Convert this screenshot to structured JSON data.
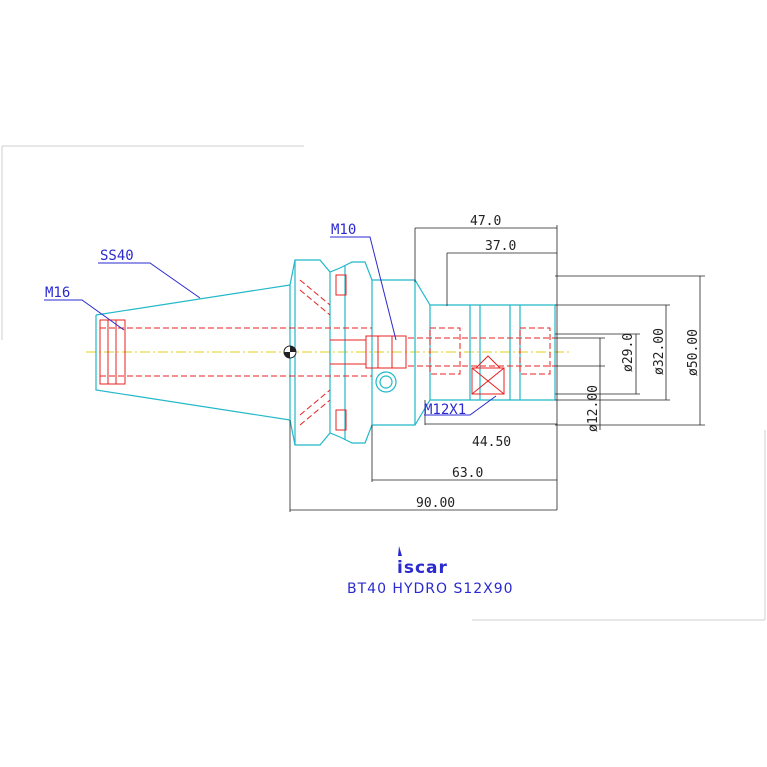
{
  "drawing": {
    "callouts": {
      "ss40": "SS40",
      "m16": "M16",
      "m10": "M10",
      "m12x1": "M12X1"
    },
    "dimensions": {
      "len_47": "47.0",
      "len_37": "37.0",
      "len_44_50": "44.50",
      "len_63": "63.0",
      "len_90": "90.00",
      "dia_29": "ø29.0",
      "dia_32": "ø32.00",
      "dia_50": "ø50.00",
      "dia_12": "ø12.00"
    },
    "logo": "iscar",
    "title": "BT40 HYDRO S12X90"
  },
  "colors": {
    "body_outline": "#22b8c8",
    "hidden_lines": "#e82020",
    "dimension_lines": "#222222",
    "labels": "#2a2ad0",
    "centerline": "#e0d020"
  }
}
